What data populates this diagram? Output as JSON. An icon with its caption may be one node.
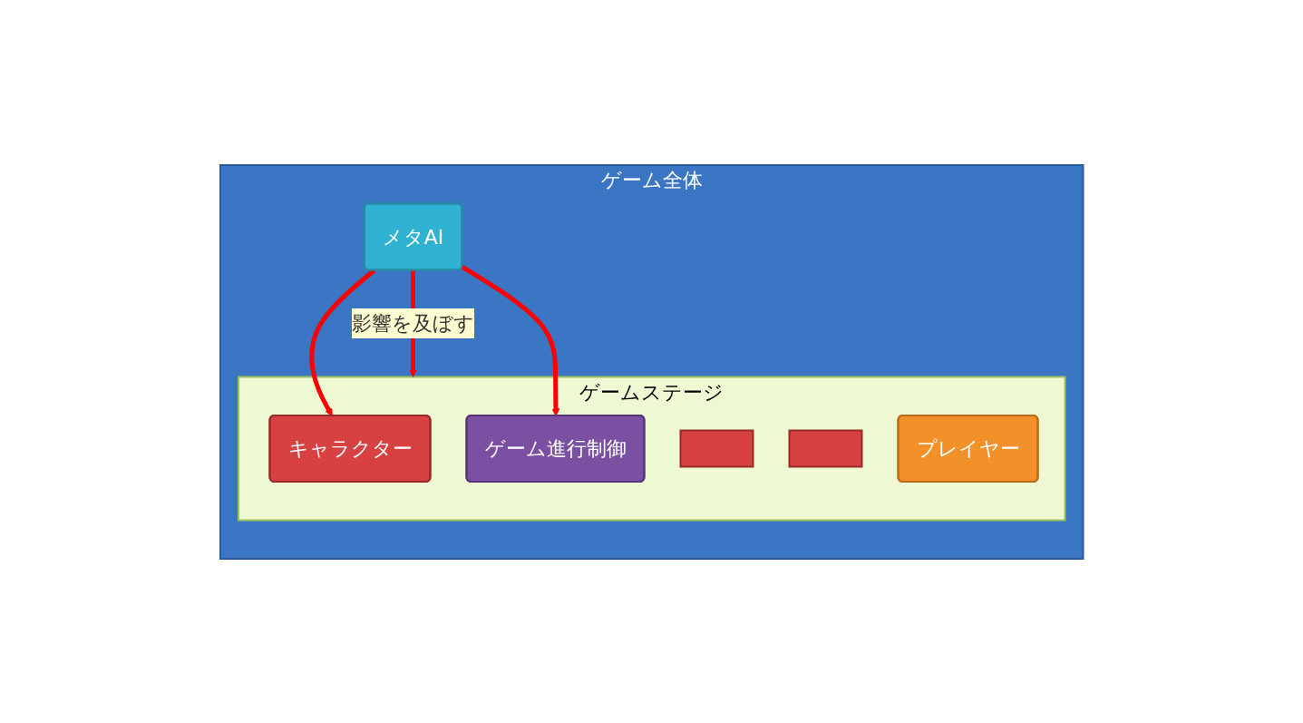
{
  "diagram": {
    "nodes": [
      {
        "text": [
          "ゲーム全体"
        ]
      },
      {
        "text": [
          "メタAI"
        ],
        "in": 0
      },
      {
        "text": [
          "ゲームステージ"
        ],
        "in": 0
      },
      {
        "text": [
          "キャラクター"
        ],
        "in": 2
      },
      {
        "text": [],
        "shape": "box",
        "in": 2
      },
      {
        "text": [],
        "shape": "box",
        "in": 2
      },
      {
        "text": [
          "プレイヤー"
        ],
        "in": 2
      },
      {
        "text": [
          "ゲーム進行制御"
        ],
        "in": 2
      }
    ],
    "edges": [
      {
        "from": 1,
        "to": 3,
        "arrow": "to"
      },
      {
        "from": 1,
        "to": 2,
        "arrow": "to",
        "label": "影響を及ぼす"
      },
      {
        "from": 1,
        "to": 7,
        "arrow": "to"
      }
    ]
  }
}
